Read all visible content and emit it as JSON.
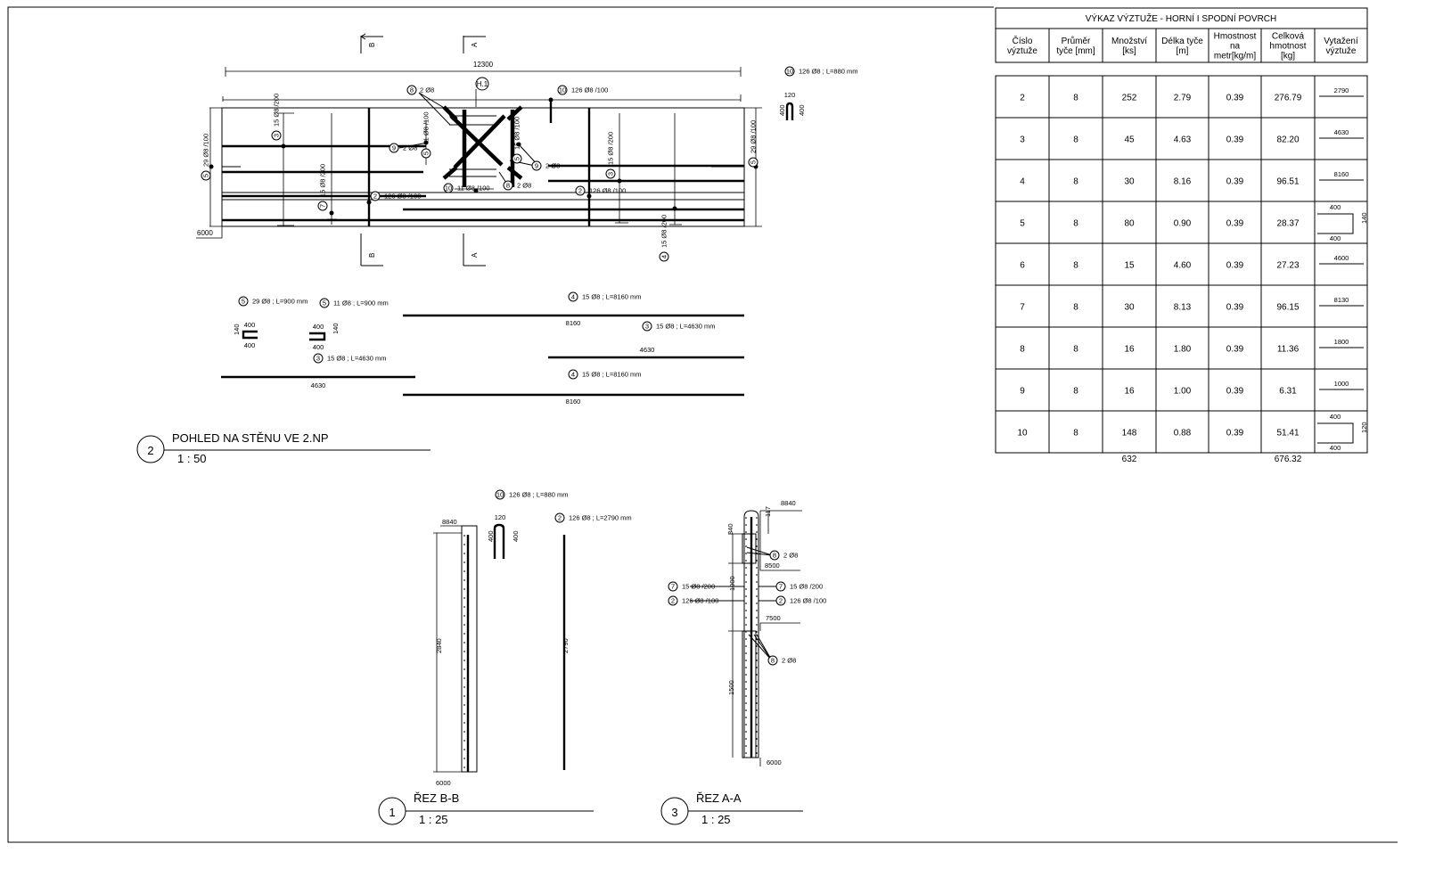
{
  "elevation": {
    "number": "2",
    "title": "POHLED NA STĚNU VE 2.NP",
    "scale": "1 : 50",
    "length_dim": "12300",
    "level": "6000",
    "axis": "H.1",
    "section_b": "B",
    "section_a": "A",
    "stirrup_dims": {
      "width": "120",
      "leg_left": "400",
      "leg_right": "400"
    },
    "labels": [
      {
        "tag": "8",
        "text": "2 Ø8"
      },
      {
        "tag": "10",
        "text": "126 Ø8 /100"
      },
      {
        "tag": "10",
        "text": "126 Ø8 ; L=880 mm"
      },
      {
        "tag": "3",
        "text": "15 Ø8 /200"
      },
      {
        "tag": "5",
        "text": "29 Ø8 /100"
      },
      {
        "tag": "7",
        "text": "15 Ø8 /200"
      },
      {
        "tag": "2",
        "text": "126 Ø8 /100"
      },
      {
        "tag": "5",
        "text": "11 Ø8 /100"
      },
      {
        "tag": "9",
        "text": "2 Ø8"
      },
      {
        "tag": "5",
        "text": "15 Ø8 /100"
      },
      {
        "tag": "9",
        "text": "2 Ø8"
      },
      {
        "tag": "8",
        "text": "2 Ø8"
      },
      {
        "tag": "10",
        "text": "11 Ø8 /100"
      },
      {
        "tag": "2",
        "text": "126 Ø8 /100"
      },
      {
        "tag": "3",
        "text": "15 Ø8 /200"
      },
      {
        "tag": "5",
        "text": "29 Ø8 /100"
      },
      {
        "tag": "4",
        "text": "15 Ø8 /200"
      }
    ]
  },
  "bar_shapes": [
    {
      "tag": "5",
      "text": "29 Ø8 ; L=900 mm",
      "top": "400",
      "bottom": "400",
      "side": "140"
    },
    {
      "tag": "5",
      "text": "11 Ø8 ; L=900 mm",
      "top": "400",
      "bottom": "400",
      "side": "140"
    },
    {
      "tag": "3",
      "text": "15 Ø8 ; L=4630 mm",
      "length": "4630"
    },
    {
      "tag": "4",
      "text": "15 Ø8 ; L=8160 mm",
      "length": "8160"
    },
    {
      "tag": "3",
      "text": "15 Ø8 ; L=4630 mm",
      "length": "4630"
    },
    {
      "tag": "4",
      "text": "15 Ø8 ; L=8160 mm",
      "length": "8160"
    }
  ],
  "section_bb": {
    "number": "1",
    "title": "ŘEZ B-B",
    "scale": "1 : 25",
    "top_level": "8840",
    "height": "2840",
    "bottom_level": "6000",
    "stirrup": {
      "tag": "10",
      "text": "126 Ø8 ; L=880 mm",
      "width": "120",
      "leg_left": "400",
      "leg_right": "400"
    },
    "bar": {
      "tag": "2",
      "text": "126 Ø8 ; L=2790 mm",
      "length": "2790"
    }
  },
  "section_aa": {
    "number": "3",
    "title": "ŘEZ A-A",
    "scale": "1 : 25",
    "top_level": "8840",
    "dim_117": "117",
    "dim_340": "340",
    "dim_1000": "1000",
    "dim_1500": "1500",
    "level_8500": "8500",
    "level_7500": "7500",
    "bottom_level": "6000",
    "labels": [
      {
        "tag": "8",
        "text": "2 Ø8"
      },
      {
        "tag": "7",
        "text": "15 Ø8 /200"
      },
      {
        "tag": "2",
        "text": "126 Ø8 /100"
      },
      {
        "tag": "7",
        "text": "15 Ø8 /200"
      },
      {
        "tag": "2",
        "text": "126 Ø8 /100"
      },
      {
        "tag": "8",
        "text": "2 Ø8"
      }
    ]
  },
  "schedule": {
    "title": "VÝKAZ VÝZTUŽE - HORNÍ I SPODNÍ POVRCH",
    "headers": [
      [
        "Číslo",
        "výztuže"
      ],
      [
        "Průměr",
        "tyče [mm]"
      ],
      [
        "Množství",
        "[ks]"
      ],
      [
        "Délka tyče",
        "[m]"
      ],
      [
        "Hmostnost",
        "na",
        "metr[kg/m]"
      ],
      [
        "Celková",
        "hmotnost",
        "[kg]"
      ],
      [
        "Vytažení",
        "výztuže"
      ]
    ],
    "rows": [
      {
        "no": "2",
        "dia": "8",
        "qty": "252",
        "len": "2.79",
        "wpm": "0.39",
        "total": "276.79",
        "shape": {
          "type": "straight",
          "a": "2790"
        }
      },
      {
        "no": "3",
        "dia": "8",
        "qty": "45",
        "len": "4.63",
        "wpm": "0.39",
        "total": "82.20",
        "shape": {
          "type": "straight",
          "a": "4630"
        }
      },
      {
        "no": "4",
        "dia": "8",
        "qty": "30",
        "len": "8.16",
        "wpm": "0.39",
        "total": "96.51",
        "shape": {
          "type": "straight",
          "a": "8160"
        }
      },
      {
        "no": "5",
        "dia": "8",
        "qty": "80",
        "len": "0.90",
        "wpm": "0.39",
        "total": "28.37",
        "shape": {
          "type": "u",
          "a": "400",
          "b": "400",
          "c": "140"
        }
      },
      {
        "no": "6",
        "dia": "8",
        "qty": "15",
        "len": "4.60",
        "wpm": "0.39",
        "total": "27.23",
        "shape": {
          "type": "straight",
          "a": "4600"
        }
      },
      {
        "no": "7",
        "dia": "8",
        "qty": "30",
        "len": "8.13",
        "wpm": "0.39",
        "total": "96.15",
        "shape": {
          "type": "straight",
          "a": "8130"
        }
      },
      {
        "no": "8",
        "dia": "8",
        "qty": "16",
        "len": "1.80",
        "wpm": "0.39",
        "total": "11.36",
        "shape": {
          "type": "straight",
          "a": "1800"
        }
      },
      {
        "no": "9",
        "dia": "8",
        "qty": "16",
        "len": "1.00",
        "wpm": "0.39",
        "total": "6.31",
        "shape": {
          "type": "straight",
          "a": "1000"
        }
      },
      {
        "no": "10",
        "dia": "8",
        "qty": "148",
        "len": "0.88",
        "wpm": "0.39",
        "total": "51.41",
        "shape": {
          "type": "u",
          "a": "400",
          "b": "400",
          "c": "120"
        }
      }
    ],
    "total_qty": "632",
    "total_weight": "676.32"
  }
}
